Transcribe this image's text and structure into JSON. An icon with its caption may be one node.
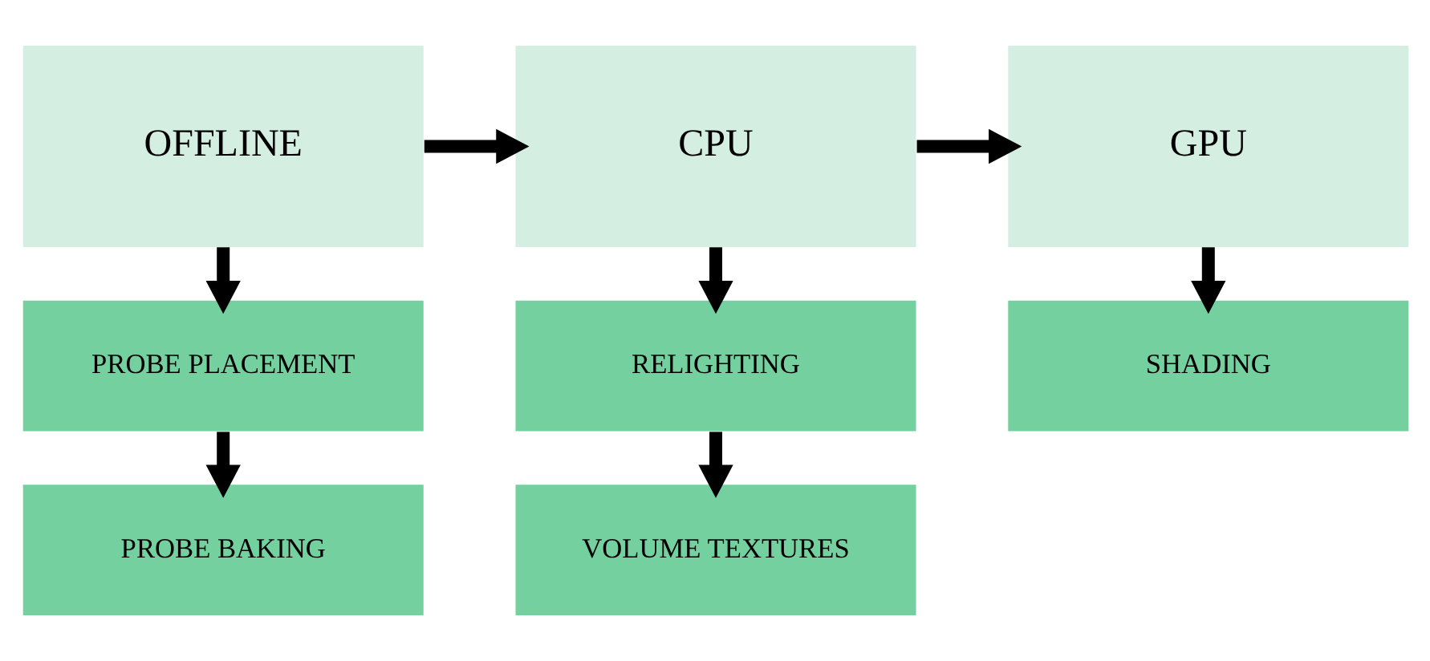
{
  "diagram": {
    "nodes": [
      {
        "text": [
          "OFFLINE"
        ]
      },
      {
        "text": [
          "CPU"
        ]
      },
      {
        "text": [
          "GPU"
        ]
      },
      {
        "text": [
          "PROBE PLACEMENT"
        ]
      },
      {
        "text": [
          "PROBE BAKING"
        ]
      },
      {
        "text": [
          "RELIGHTING"
        ]
      },
      {
        "text": [
          "VOLUME TEXTURES"
        ]
      },
      {
        "text": [
          "SHADING"
        ]
      }
    ],
    "edges": [
      {
        "from": 0,
        "to": 1,
        "arrow": "to"
      },
      {
        "from": 1,
        "to": 2,
        "arrow": "to"
      },
      {
        "from": 0,
        "to": 3,
        "arrow": "to"
      },
      {
        "from": 3,
        "to": 4,
        "arrow": "to"
      },
      {
        "from": 1,
        "to": 5,
        "arrow": "to"
      },
      {
        "from": 5,
        "to": 6,
        "arrow": "to"
      },
      {
        "from": 2,
        "to": 7,
        "arrow": "to"
      }
    ]
  }
}
